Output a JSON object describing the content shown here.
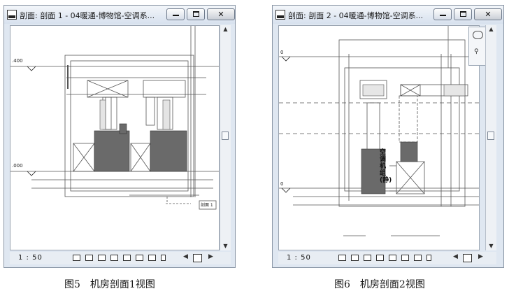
{
  "left_window": {
    "title": "剖面: 剖面 1 - 04暖通-博物馆-空调系...",
    "scale": "1 : 50",
    "level_labels": [
      ".400",
      ".000"
    ],
    "tag_label": "剖面 1",
    "caption": "图5　机房剖面1视图"
  },
  "right_window": {
    "title": "剖面: 剖面 2 - 04暖通-博物馆-空调系...",
    "scale": "1 : 50",
    "level_labels": [
      "0",
      "0"
    ],
    "unit_label": "空调机组(静)",
    "caption": "图6　机房剖面2视图"
  }
}
